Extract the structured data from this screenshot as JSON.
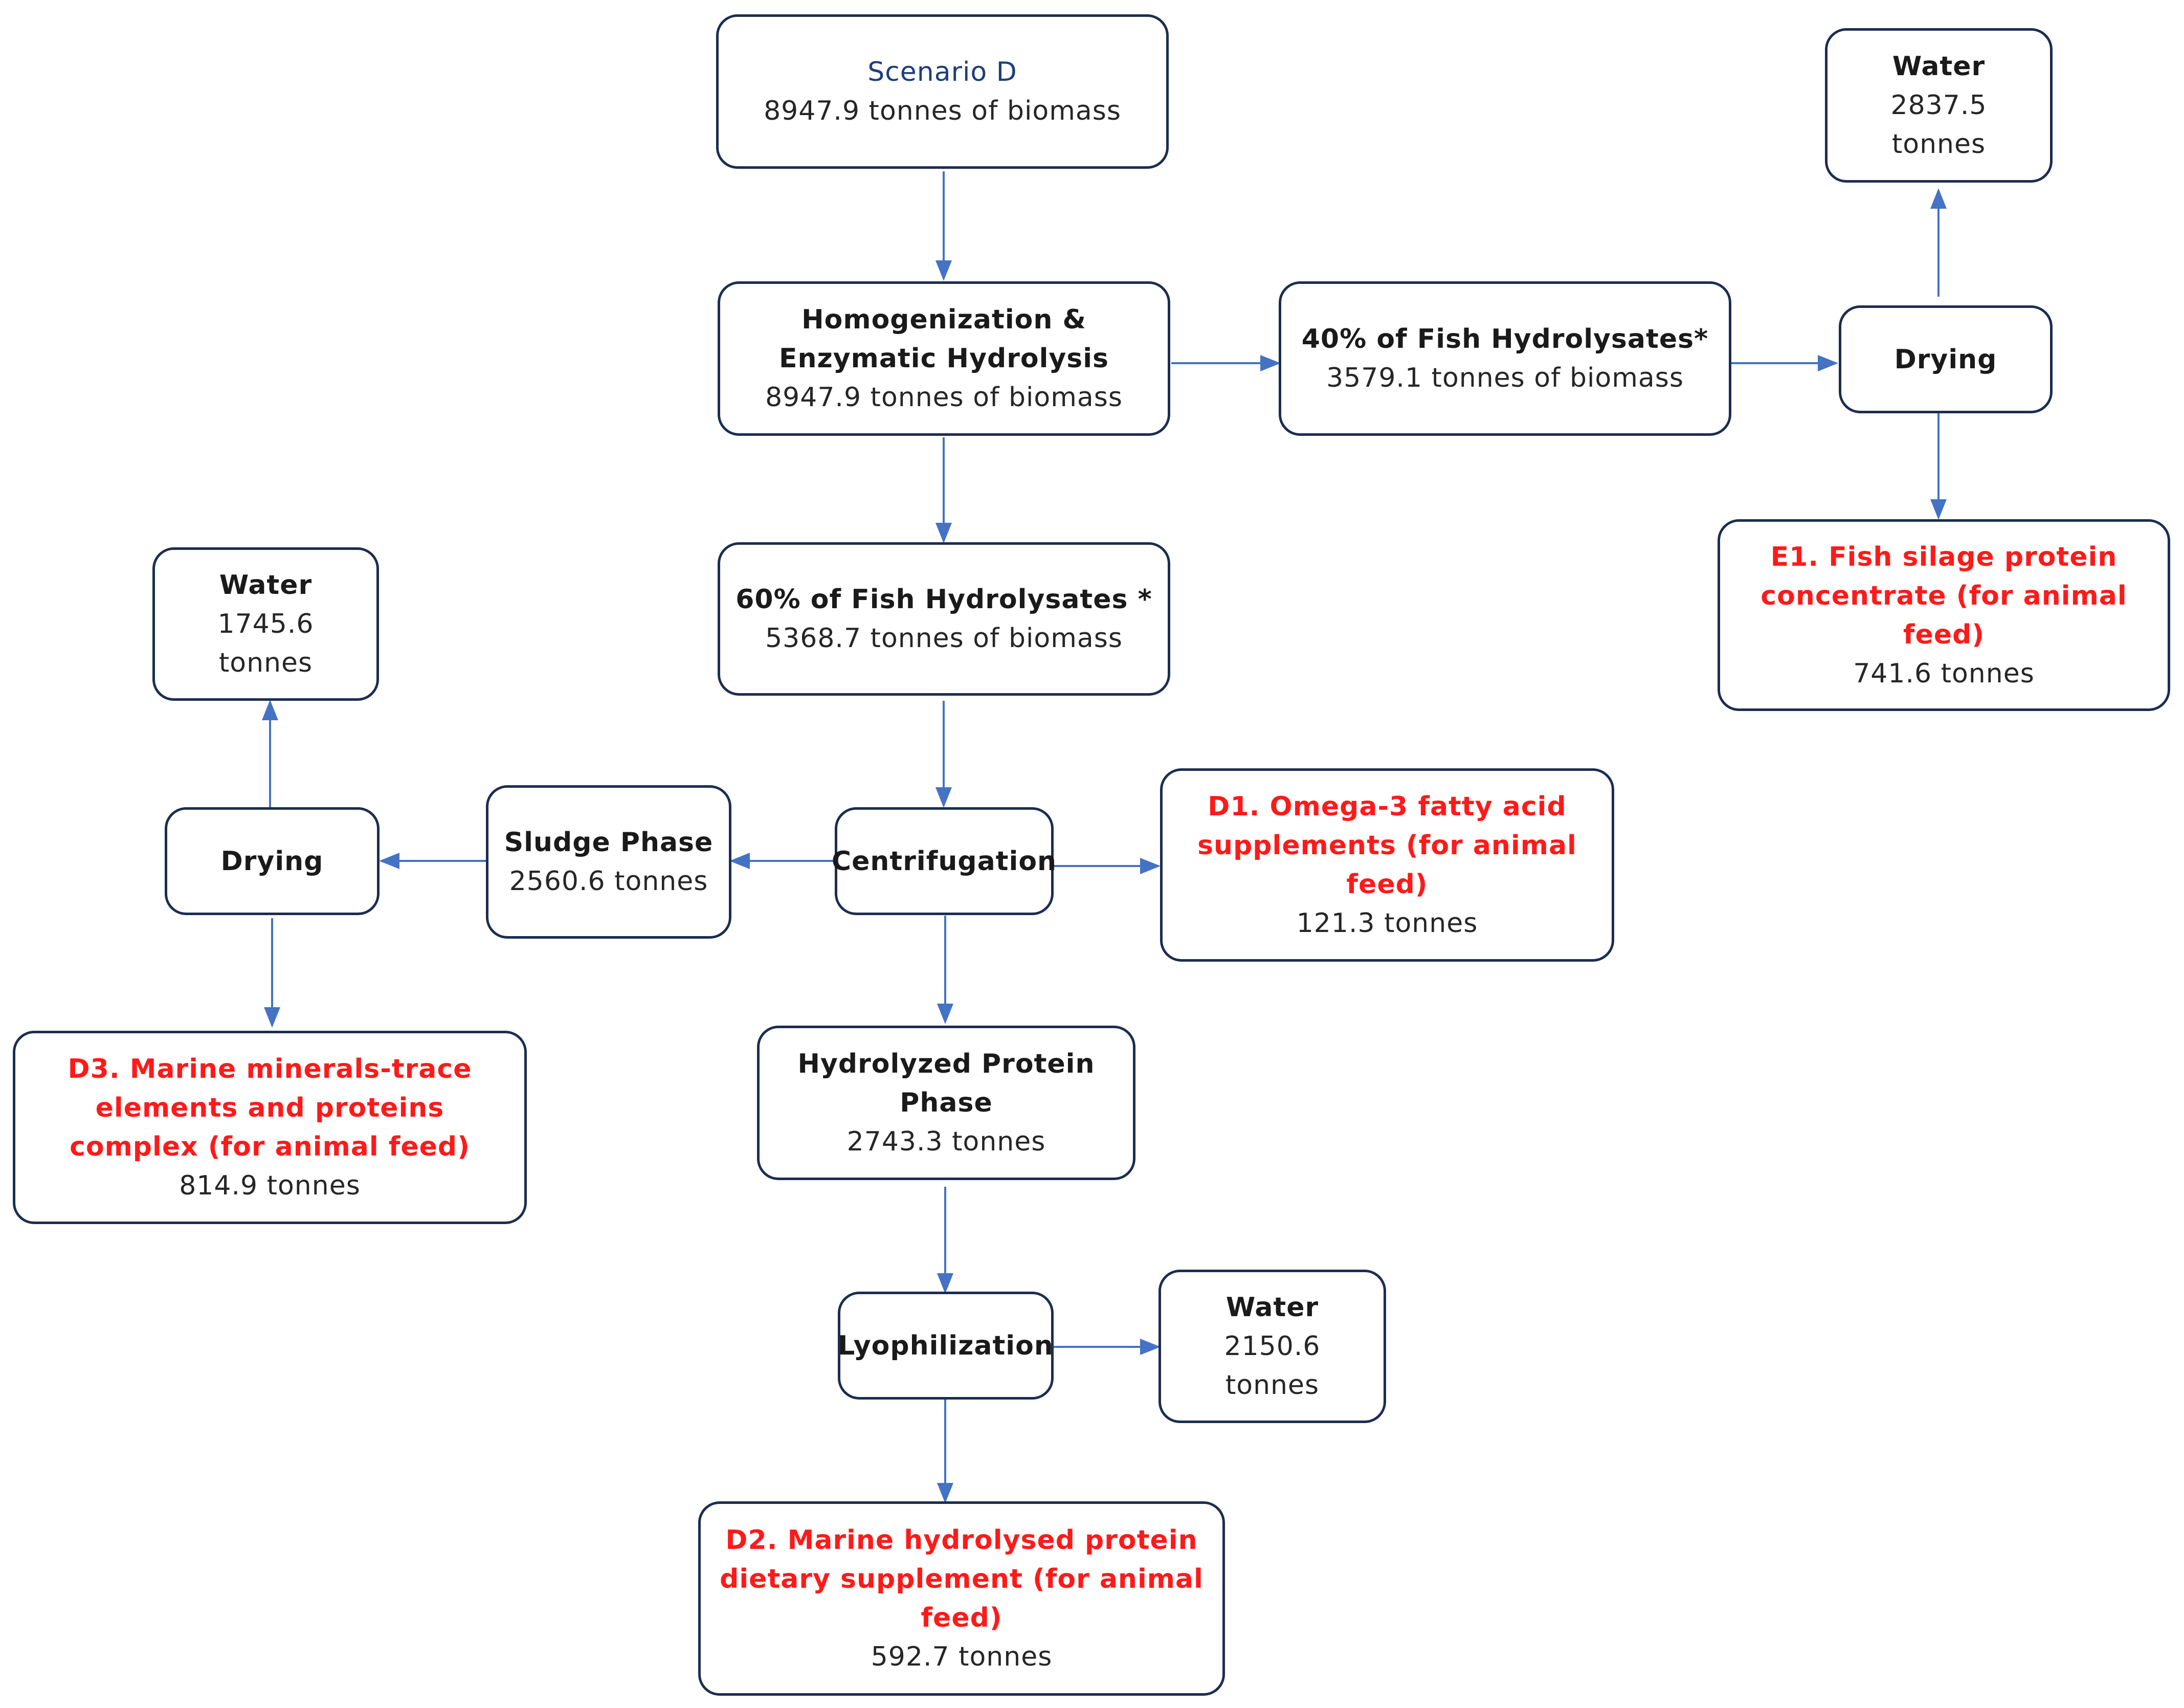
{
  "nodes": {
    "scenario": {
      "title": "Scenario D",
      "amount": "8947.9 tonnes of biomass"
    },
    "homogenization": {
      "title": "Homogenization & Enzymatic Hydrolysis",
      "amount": "8947.9 tonnes of biomass"
    },
    "hydrolysates_40": {
      "title": "40% of Fish Hydrolysates*",
      "amount": "3579.1 tonnes of biomass"
    },
    "water_top": {
      "title": "Water",
      "amount": "2837.5 tonnes"
    },
    "drying_right": {
      "title": "Drying"
    },
    "e1": {
      "title": "E1. Fish silage protein concentrate (for animal feed)",
      "amount": "741.6 tonnes"
    },
    "hydrolysates_60": {
      "title": "60% of Fish Hydrolysates *",
      "amount": "5368.7 tonnes of biomass"
    },
    "water_left": {
      "title": "Water",
      "amount": "1745.6 tonnes"
    },
    "drying_left": {
      "title": "Drying"
    },
    "sludge": {
      "title": "Sludge Phase",
      "amount": "2560.6 tonnes"
    },
    "centrifugation": {
      "title": "Centrifugation"
    },
    "d1": {
      "title": "D1. Omega-3 fatty acid supplements (for animal feed)",
      "amount": "121.3 tonnes"
    },
    "d3": {
      "title": "D3. Marine minerals-trace elements and proteins complex (for animal feed)",
      "amount": "814.9 tonnes"
    },
    "protein_phase": {
      "title": "Hydrolyzed Protein Phase",
      "amount": "2743.3 tonnes"
    },
    "lyophilization": {
      "title": "Lyophilization"
    },
    "water_bottom": {
      "title": "Water",
      "amount": "2150.6 tonnes"
    },
    "d2": {
      "title": "D2. Marine hydrolysed protein dietary supplement (for animal feed)",
      "amount": "592.7 tonnes"
    }
  },
  "colors": {
    "border": "#1c2d50",
    "arrow": "#4472c4",
    "product_title": "#ff1a1a",
    "scenario_title": "#1f3d7a"
  }
}
